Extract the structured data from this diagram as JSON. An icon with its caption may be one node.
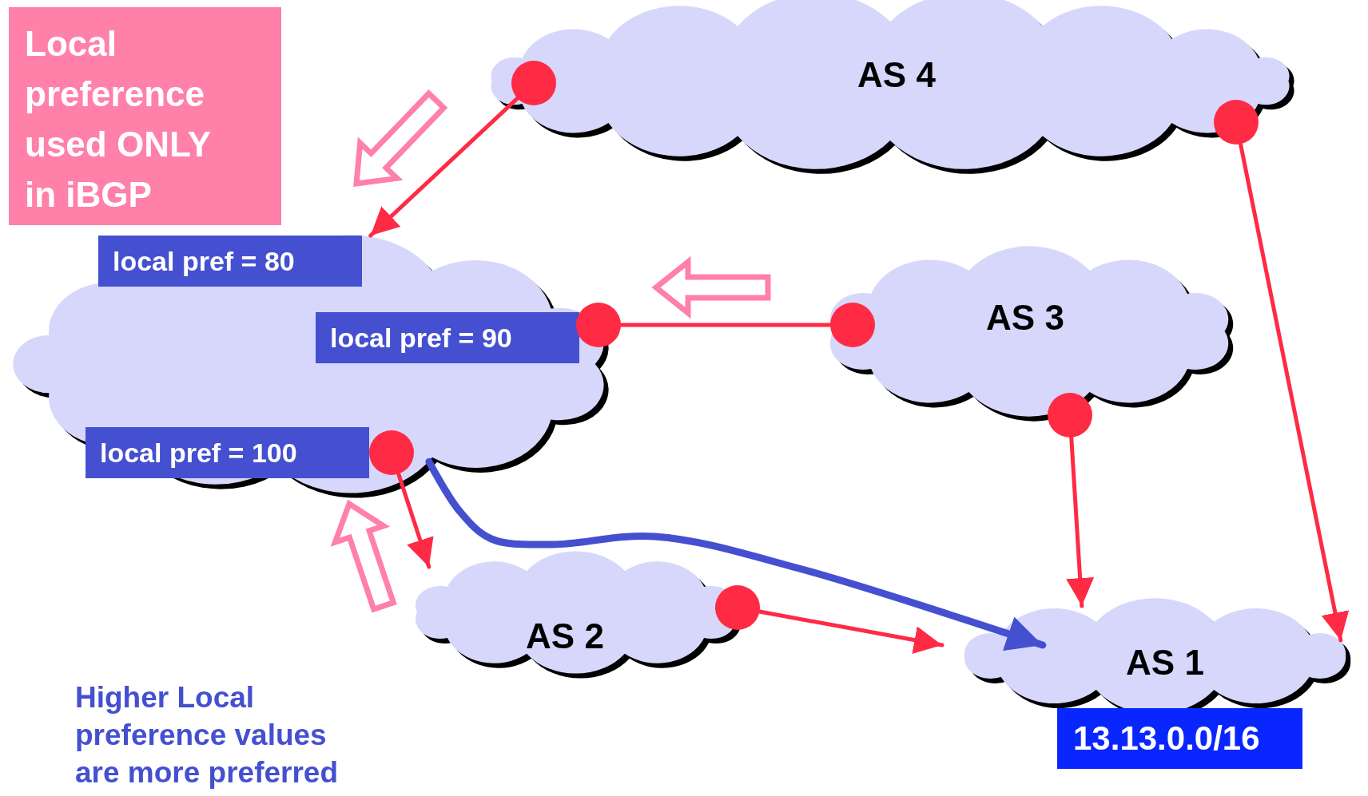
{
  "diagram": {
    "nodes": [
      {
        "text": [
          "Local preference used ONLY in iBGP"
        ]
      },
      {
        "text": [
          "AS 4"
        ]
      },
      {
        "text": [],
        "shape": "circle",
        "in": 1
      },
      {
        "text": [],
        "shape": "circle",
        "in": 1
      },
      {
        "text": [],
        "shape": "cloud"
      },
      {
        "text": [
          "local pref = 80"
        ]
      },
      {
        "text": [
          "AS 3"
        ]
      },
      {
        "text": [
          "local pref = 90"
        ],
        "in": 4
      },
      {
        "text": [],
        "shape": "circle",
        "in": 4
      },
      {
        "text": [],
        "shape": "circle",
        "in": 6
      },
      {
        "text": [],
        "shape": "circle",
        "in": 6
      },
      {
        "text": [
          "local pref = 100"
        ],
        "in": 4
      },
      {
        "text": [],
        "shape": "circle",
        "in": 4
      },
      {
        "text": [
          "AS 2"
        ]
      },
      {
        "text": [],
        "shape": "circle"
      },
      {
        "text": [
          "AS 1"
        ]
      },
      {
        "text": [
          "13.13.0.0/16"
        ]
      }
    ],
    "edges": [
      {
        "from": 2,
        "to": 4,
        "arrow": "to"
      },
      {
        "from": 9,
        "to": 8,
        "arrow": "none"
      },
      {
        "from": 3,
        "to": 15,
        "arrow": "to"
      },
      {
        "from": 10,
        "to": 15,
        "arrow": "to"
      },
      {
        "from": 12,
        "to": 13,
        "arrow": "to"
      },
      {
        "from": 14,
        "to": 15,
        "arrow": "to"
      },
      {
        "from": 4,
        "to": 15,
        "arrow": "to",
        "style": "thick",
        "color": "#4450d0"
      }
    ],
    "labels": [
      "Higher Local preference values are more preferred"
    ]
  }
}
